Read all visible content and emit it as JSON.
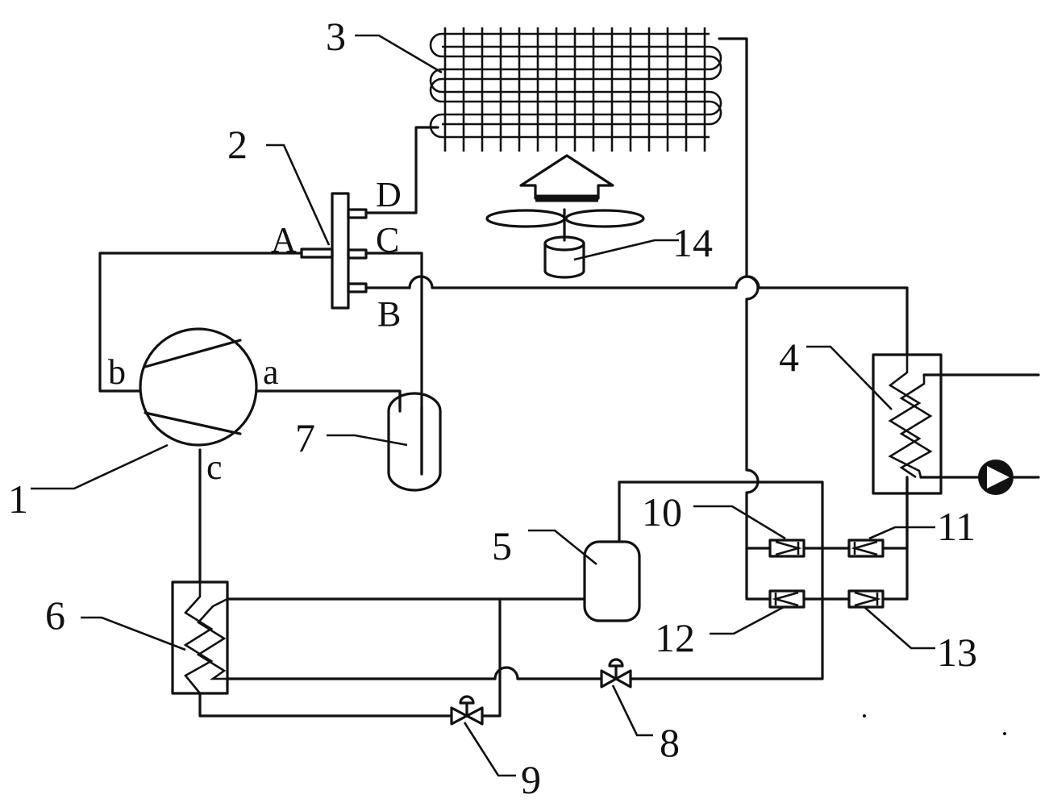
{
  "component_labels": {
    "compressor": "1",
    "four_way_valve": "2",
    "outdoor_coil": "3",
    "water_heat_exchanger": "4",
    "liquid_receiver": "5",
    "economizer": "6",
    "gas_liquid_separator": "7",
    "expansion_valve_main": "8",
    "expansion_valve_aux": "9",
    "check_valve_10": "10",
    "check_valve_11": "11",
    "check_valve_12": "12",
    "check_valve_13": "13",
    "fan_motor": "14"
  },
  "valve_ports": {
    "A": "A",
    "B": "B",
    "C": "C",
    "D": "D"
  },
  "compressor_ports": {
    "a": "a",
    "b": "b",
    "c": "c"
  },
  "colors": {
    "line": "#111111",
    "background": "#ffffff"
  }
}
